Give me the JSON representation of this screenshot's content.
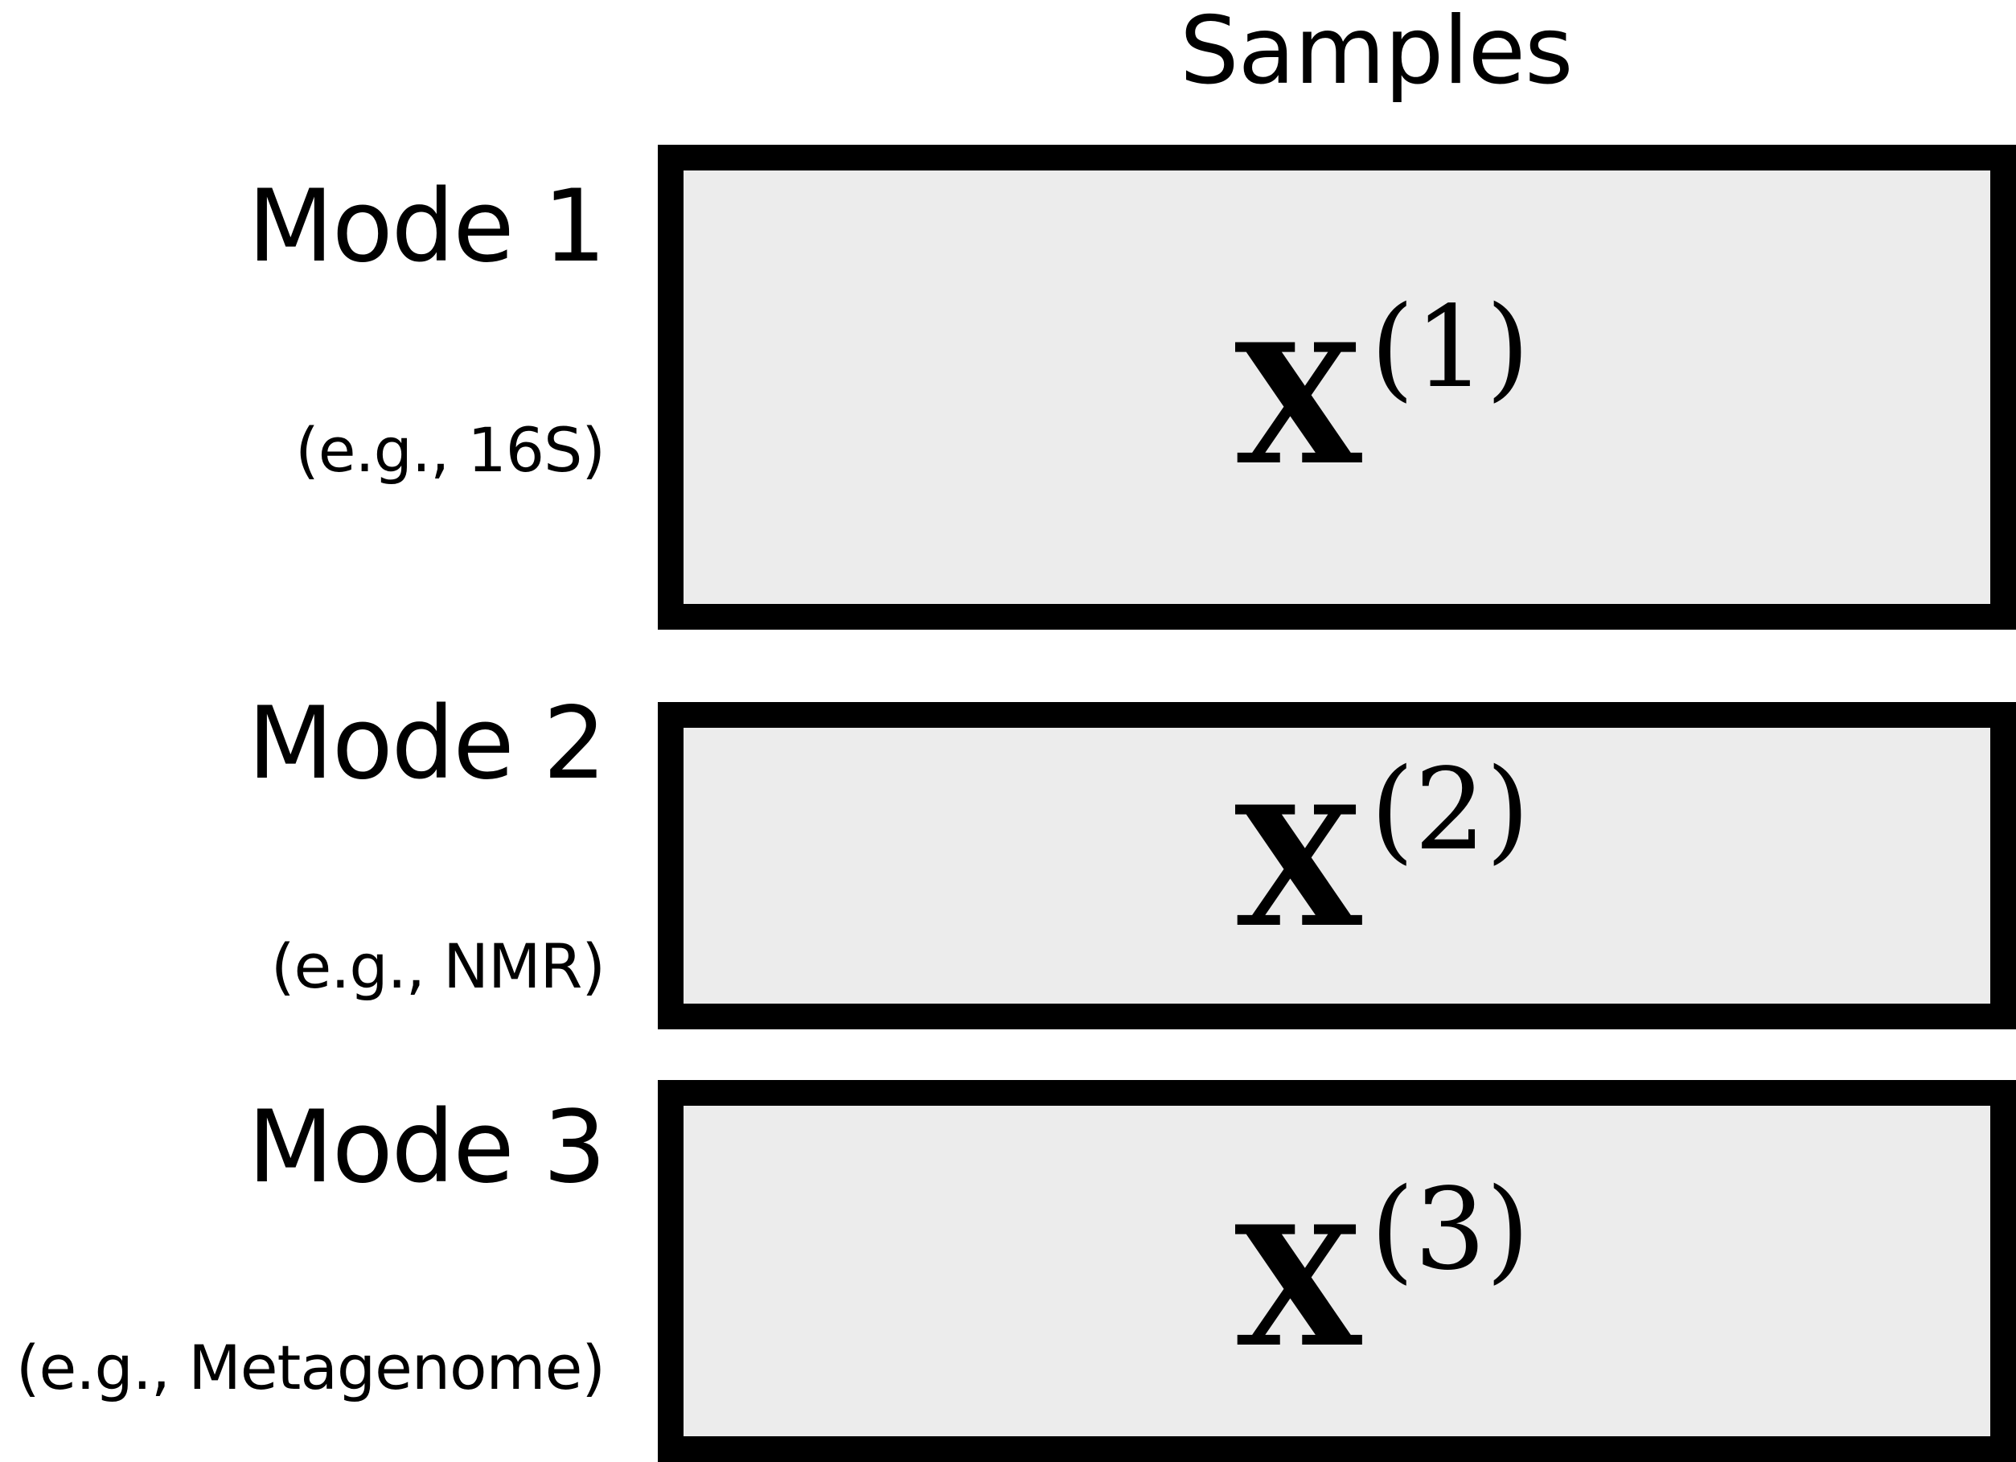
{
  "header": {
    "title": "Samples"
  },
  "modes": [
    {
      "name": "Mode 1",
      "example": "(e.g., 16S)",
      "matrix_letter": "X",
      "matrix_index": "(1)"
    },
    {
      "name": "Mode 2",
      "example": "(e.g., NMR)",
      "matrix_letter": "X",
      "matrix_index": "(2)"
    },
    {
      "name": "Mode 3",
      "example": "(e.g., Metagenome)",
      "matrix_letter": "X",
      "matrix_index": "(3)"
    }
  ],
  "colors": {
    "box_fill": "#ececec",
    "box_border": "#000000",
    "text": "#000000",
    "background": "#ffffff"
  }
}
